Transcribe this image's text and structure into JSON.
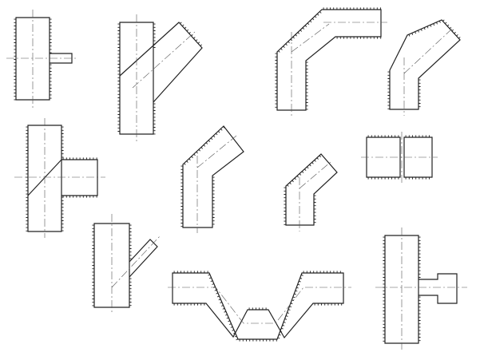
{
  "drawing": {
    "background": "#ffffff",
    "line_color": "#222222",
    "fittings": [
      "tee-reducing-small-branch",
      "wye-45-branch",
      "elbow-two-segment-horizontal",
      "elbow-segmented-right",
      "tee-equal",
      "elbow-45-short",
      "elbow-short-small",
      "straight-coupling",
      "wye-small-branch",
      "offset-multi-segment",
      "tee-with-flanged-branch"
    ]
  }
}
